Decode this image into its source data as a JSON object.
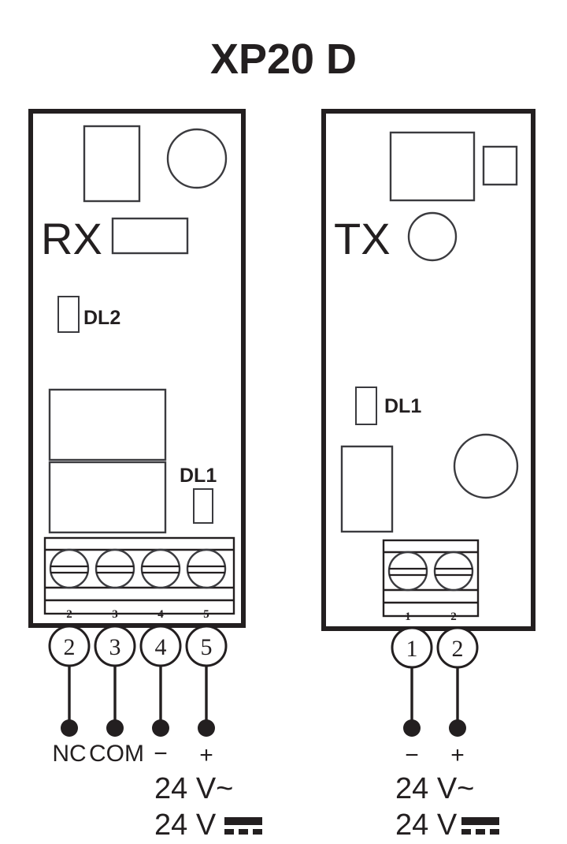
{
  "page": {
    "title": "XP20 D",
    "background_color": "#ffffff",
    "ink_color": "#231f20"
  },
  "modules": [
    {
      "id": "rx",
      "name": "RX",
      "label": "RX",
      "role": "receiver",
      "led_labels": [
        "DL2",
        "DL1"
      ],
      "terminal_block": {
        "screw_count": 4,
        "inner_numbers": [
          "2",
          "3",
          "4",
          "5"
        ]
      },
      "terminals": [
        {
          "circle": "2",
          "label": "NC"
        },
        {
          "circle": "3",
          "label": "COM"
        },
        {
          "circle": "4",
          "label": "−"
        },
        {
          "circle": "5",
          "label": "+"
        }
      ],
      "supply": {
        "ac_line": "24  V~",
        "dc_line": "24 V",
        "ac_symbol": "~",
        "dc_symbol": "dc-symbol"
      }
    },
    {
      "id": "tx",
      "name": "TX",
      "label": "TX",
      "role": "transmitter",
      "led_labels": [
        "DL1"
      ],
      "terminal_block": {
        "screw_count": 2,
        "inner_numbers": [
          "1",
          "2"
        ]
      },
      "terminals": [
        {
          "circle": "1",
          "label": "−"
        },
        {
          "circle": "2",
          "label": "+"
        }
      ],
      "supply": {
        "ac_line": "24 V~",
        "dc_line": "24 V",
        "ac_symbol": "~",
        "dc_symbol": "dc-symbol"
      }
    }
  ]
}
